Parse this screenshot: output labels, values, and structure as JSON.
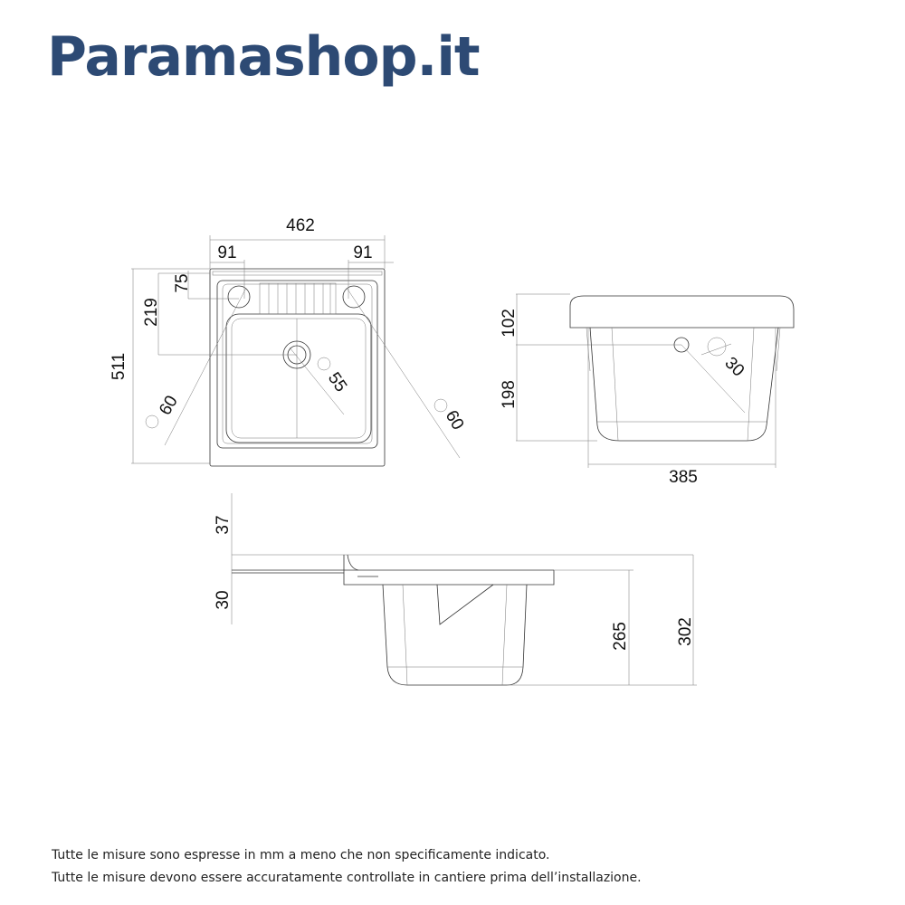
{
  "brand": {
    "name": "Paramashop.it",
    "color": "#2d4a74"
  },
  "top_view": {
    "width": "462",
    "left_offset": "91",
    "right_offset": "91",
    "depth": "511",
    "drain_distance": "219",
    "tap_hole_distance": "75",
    "drain_diameter": "55",
    "left_hole_diameter": "60",
    "right_hole_diameter": "60"
  },
  "front_view": {
    "rim_height": "102",
    "bowl_height": "198",
    "width": "385",
    "overflow_diameter": "30"
  },
  "side_view": {
    "top_offset": "37",
    "flange_height": "30",
    "bowl_depth": "265",
    "total_height": "302"
  },
  "notes": [
    "Tutte le misure sono espresse in mm a meno che non specificamente indicato.",
    "Tutte le misure devono essere accuratamente controllate in cantiere prima dell’installazione."
  ]
}
